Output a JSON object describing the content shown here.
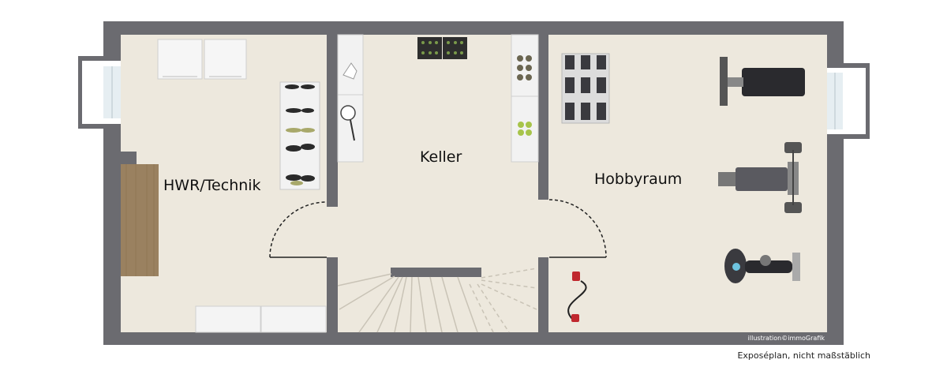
{
  "rooms": {
    "hwr": "HWR/Technik",
    "keller": "Keller",
    "hobby": "Hobbyraum"
  },
  "credit": "illustration©immoGrafik",
  "caption": "Exposéplan, nicht maßstäblich",
  "colors": {
    "wall": "#6b6b70",
    "floor": "#ede8dd",
    "wood": "#9a8160",
    "furniture": "#f4f4f4"
  }
}
